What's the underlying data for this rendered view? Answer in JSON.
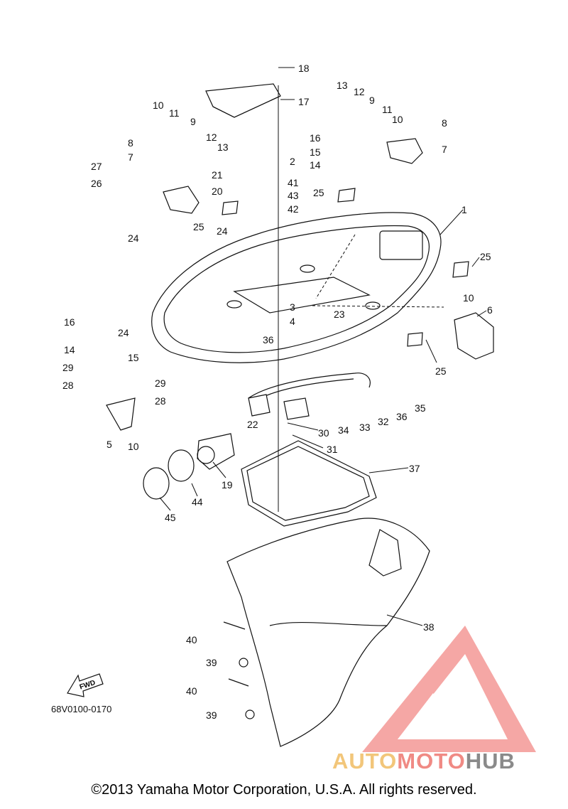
{
  "diagram": {
    "code": "68V0100-0170",
    "fwd_label": "FWD",
    "callouts": [
      "1",
      "2",
      "3",
      "4",
      "5",
      "6",
      "7",
      "8",
      "9",
      "10",
      "11",
      "12",
      "13",
      "14",
      "15",
      "16",
      "17",
      "18",
      "19",
      "20",
      "21",
      "22",
      "23",
      "24",
      "25",
      "26",
      "27",
      "28",
      "29",
      "30",
      "31",
      "32",
      "33",
      "34",
      "35",
      "36",
      "37",
      "38",
      "39",
      "40",
      "41",
      "42",
      "43",
      "44",
      "45"
    ]
  },
  "watermark": {
    "part1": "AUTO",
    "part2": "MOTO",
    "part3": "HUB",
    "colors": {
      "auto": "#f2c67a",
      "moto": "#f08a84",
      "hub": "#8a8a8a",
      "logo": "#f28a87"
    }
  },
  "footer": {
    "copyright": "©2013 Yamaha Motor Corporation, U.S.A. All rights reserved."
  }
}
